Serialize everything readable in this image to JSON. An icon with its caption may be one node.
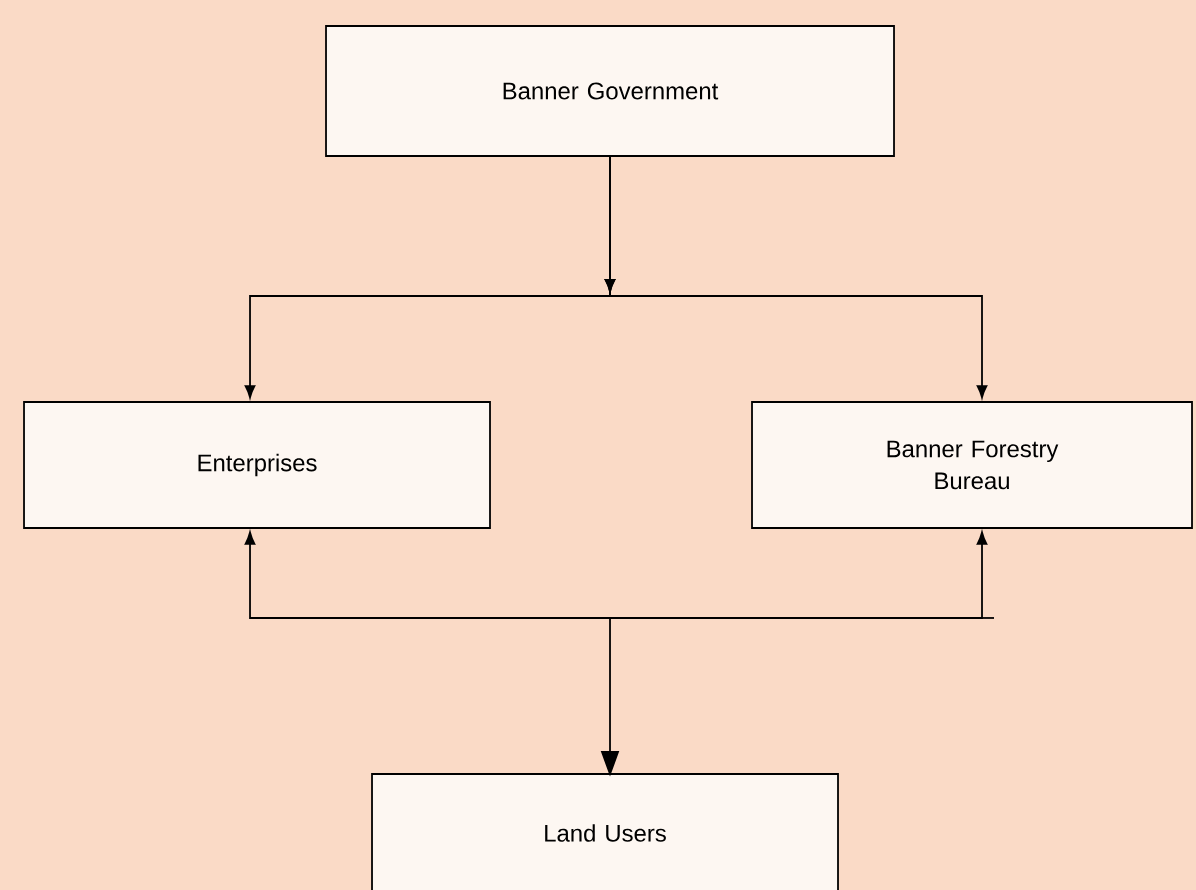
{
  "diagram": {
    "nodes": [
      {
        "text": [
          "Banner Government"
        ]
      },
      {
        "text": [
          "Enterprises"
        ]
      },
      {
        "text": [
          "Banner Forestry Bureau"
        ]
      },
      {
        "text": [
          "Land Users"
        ]
      }
    ],
    "edges": [
      {
        "from": 0,
        "to": 1,
        "arrow": "to"
      },
      {
        "from": 0,
        "to": 2,
        "arrow": "to"
      },
      {
        "from": 3,
        "to": 1,
        "arrow": "both"
      },
      {
        "from": 3,
        "to": 2,
        "arrow": "both"
      }
    ]
  }
}
